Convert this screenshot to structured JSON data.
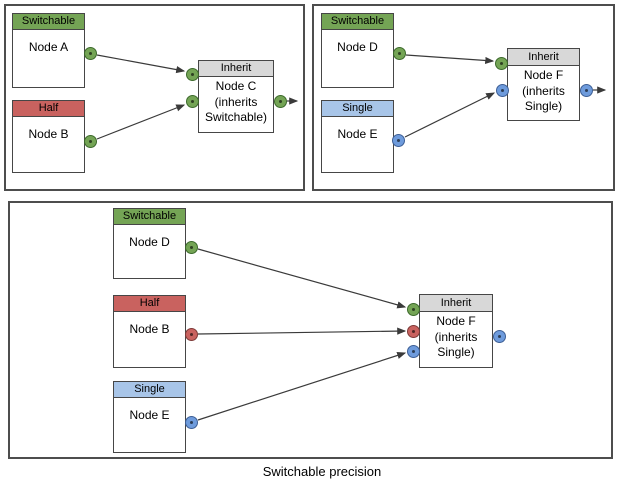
{
  "caption": "Switchable precision",
  "colors": {
    "switchable": "#74a455",
    "half": "#c9625f",
    "single_header": "#a8c5e8",
    "single_port": "#6e9bdc",
    "inherit": "#d8d8d8",
    "node_border": "#464646",
    "arrow": "#3a3a3a"
  },
  "panels": {
    "top_left": {
      "node_a": {
        "header": "Switchable",
        "title": "Node A"
      },
      "node_b": {
        "header": "Half",
        "title": "Node B"
      },
      "node_c": {
        "header": "Inherit",
        "body_lines": [
          "Node C",
          "(inherits",
          "Switchable)"
        ]
      }
    },
    "top_right": {
      "node_d": {
        "header": "Switchable",
        "title": "Node D"
      },
      "node_e": {
        "header": "Single",
        "title": "Node E"
      },
      "node_f": {
        "header": "Inherit",
        "body_lines": [
          "Node F",
          "(inherits",
          "Single)"
        ]
      }
    },
    "bottom": {
      "node_d": {
        "header": "Switchable",
        "title": "Node D"
      },
      "node_b": {
        "header": "Half",
        "title": "Node B"
      },
      "node_e": {
        "header": "Single",
        "title": "Node E"
      },
      "node_f": {
        "header": "Inherit",
        "body_lines": [
          "Node F",
          "(inherits",
          "Single)"
        ]
      }
    }
  }
}
